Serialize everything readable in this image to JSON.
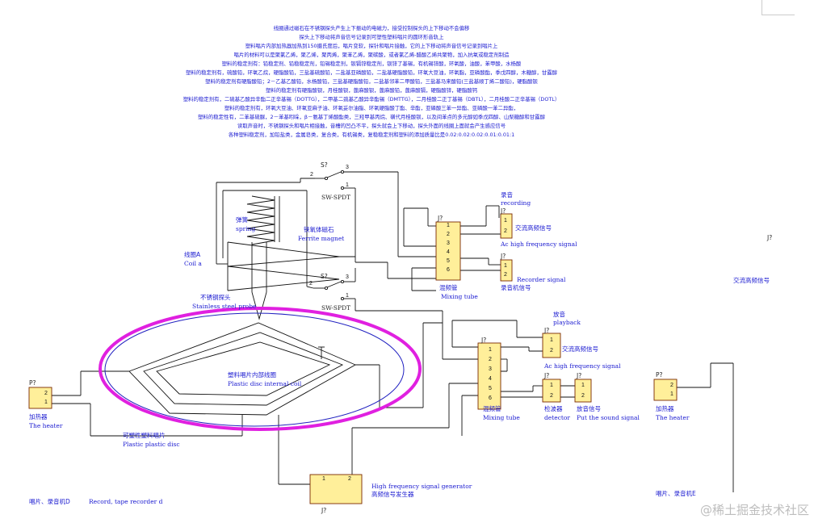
{
  "notes": [
    "线圈通过磁石在不锈钢探头产生上下振动的电磁力，接受控制探头的上下移动不会偏移",
    "探头上下移动将声音信号记录到可塑性塑料唱片的圆环形音轨上",
    "塑料唱片内部加热器加热到150摄氏度后，唱片变软，探针和唱片接触，它的上下移动将声音信号记录到唱片上",
    "唱片的材料可以是聚氯乙烯，聚乙烯，聚丙烯，聚苯乙烯，聚碳酸，或者氯乙烯-醋酸乙烯共聚物，加入抗氧或稳定剂制造",
    "塑料的稳定剂有：铅稳定剂、铅稳稳定剂，铅锡稳定剂，钡镉锌稳定剂，钡锌了基锡，有机锡锌酸，环氧酸，油酸，苯甲酸，水杨酸",
    "塑料的稳定剂有，硫酸铅，环氧乙烷，硬脂酸铅，三盐基硫酸铅，二盐基亚磷酸铅，二盐基硬脂酸铅，环氧大豆油，环氧脂，亚磷酸酯，季戊四醇，木糖醇，甘露醇",
    "塑料的稳定剂有硬脂酸铅；2－乙基乙酸铅，水杨酸铅，三盐基硬脂酸铅，二盐基邻苯二甲酸铅，三盐基马来酸铅(三盐基顺丁烯二酸铅)，硬脂酸钡",
    "塑料的稳定剂有硬脂酸钡，月桂酸钡，蓖麻酸钡，蓖麻酸铅，蓖麻酸镉，硬脂酸锌，硬脂酸钙",
    "塑料的稳定剂有，二硫基乙酸异辛酯二正辛基锡（DOTTG），二甲基二巯基乙酸异辛酯锡（DMTTG），二月桂酸二正丁基锡（DBTL），二月桂酸二正辛基锡（DOTL）",
    "塑料的稳定剂有，环氧大豆油、环氧亚麻子油、环氧妥尔油脂、环氧硬脂酸丁酯、辛酯，亚磷酸三苯一异酯、亚磷酸一苯二异酯，",
    "塑料的稳定性有，二苯基硫脲，2－苯基吲哚，β－氨基丁烯酸酯类，三羟甲基丙烷、磺代月桂酸钡，以及间苯点的多元醇如季戊四醇、山梨糖醇和甘露醇",
    "读取声音时，不锈钢探头和唱片相接触，音槽的凹凸不平，探头就会上下移动，探头外面的线圈上面就会产生感应信号",
    "各种塑料稳定剂，加铅盐类，金属皂类，复合类，有机锡类，复稳稳定剂和塑料的添加质量比是0.02:0.02:0.02:0.01:0.01:1"
  ],
  "labels": {
    "switch1_ref": "S?",
    "switch1_name": "SW-SPDT",
    "switch2_ref": "S?",
    "switch2_name": "SW-SPDT",
    "spring_cn": "弹簧",
    "spring_en": "spring",
    "ferrite_cn": "铁氧体磁石",
    "ferrite_en": "Ferrite magnet",
    "coil_cn": "线圈A",
    "coil_en": "Coil a",
    "probe_cn": "不锈钢探头",
    "probe_en": "Stainless steel probe",
    "disc_coil_cn": "塑料唱片内部线圈",
    "disc_coil_en": "Plastic disc internal coil",
    "heater_left_ref": "P?",
    "heater_left_cn": "加热器",
    "heater_left_en": "The heater",
    "heater_right_ref": "P?",
    "heater_right_cn": "加热器",
    "heater_right_en": "The heater",
    "plastic_disc_cn": "可塑性塑料唱片",
    "plastic_disc_en": "Plastic plastic disc",
    "recording_cn": "录音",
    "recording_en": "recording",
    "rec_ac_cn": "交流高频信号",
    "rec_ac_en": "Ac high frequency signal",
    "recorder_signal_en": "Recorder signal",
    "recorder_signal_cn": "录音机信号",
    "mix1_ref": "J?",
    "mix1_cn": "混频管",
    "mix1_en": "Mixing tube",
    "playback_cn": "放音",
    "playback_en": "playback",
    "pb_ac_cn": "交流高频信号",
    "pb_ac_en": "Ac high frequency signal",
    "mix2_ref": "J?",
    "mix2_cn": "混频管",
    "mix2_en": "Mixing tube",
    "detector_cn": "检波器",
    "detector_en": "detector",
    "sound_cn": "放音信号",
    "sound_en": "Put the sound signal",
    "hf_gen_en": "High frequency signal generator",
    "hf_gen_cn": "高频信号发生器",
    "hf_gen_ref": "J?",
    "recorder_d_cn": "唱片、录音机D",
    "recorder_d_en": "Record, tape recorder d",
    "recorder_e_cn": "唱片、录音机E",
    "right_ac_cn": "交流高频信号",
    "right_ref": "J?",
    "ref_j": "J?",
    "watermark": "@稀土掘金技术社区"
  }
}
